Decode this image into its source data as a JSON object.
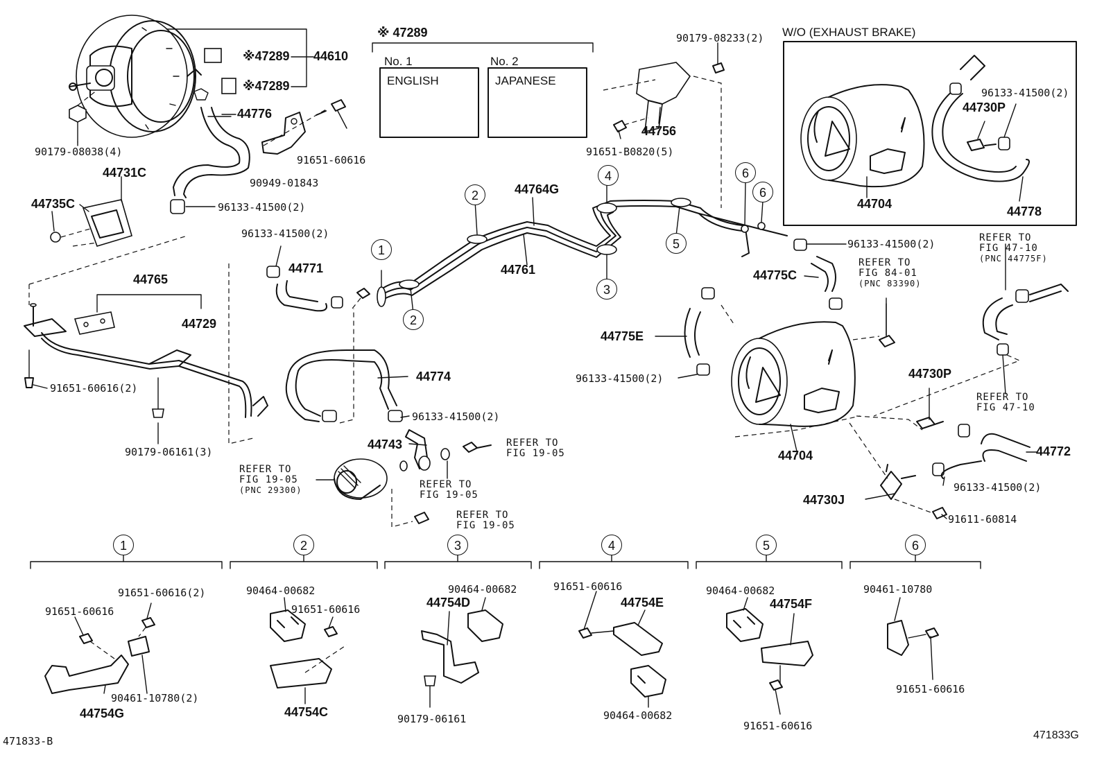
{
  "header": {
    "mark_label": "※ 47289"
  },
  "label_table": [
    {
      "no": "No. 1",
      "language": "ENGLISH"
    },
    {
      "no": "No. 2",
      "language": "JAPANESE"
    }
  ],
  "variant_box": {
    "title": "W/O (EXHAUST BRAKE)"
  },
  "footer": {
    "left_code": "471833-B",
    "right_code": "471833G"
  },
  "callouts": [
    "1",
    "2",
    "3",
    "4",
    "5",
    "6"
  ],
  "parts": {
    "p44610": "44610",
    "p47289_a": "※47289",
    "p47289_b": "※47289",
    "p44776": "44776",
    "p90179_08038": "90179-08038(4)",
    "p91651_60616_top": "91651-60616",
    "p90949_01843": "90949-01843",
    "p44731c": "44731C",
    "p44735c": "44735C",
    "p96133_a": "96133-41500(2)",
    "p96133_b": "96133-41500(2)",
    "p44771": "44771",
    "p44765": "44765",
    "p44729": "44729",
    "p91651_60616_2": "91651-60616(2)",
    "p90179_06161_3": "90179-06161(3)",
    "p44774": "44774",
    "p96133_c": "96133-41500(2)",
    "p44743": "44743",
    "p44764g": "44764G",
    "p44761": "44761",
    "p90179_08233": "90179-08233(2)",
    "p44756": "44756",
    "p91651_b0820": "91651-B0820(5)",
    "p96133_d": "96133-41500(2)",
    "p44730p_top": "44730P",
    "p44704_top": "44704",
    "p44778": "44778",
    "p96133_e": "96133-41500(2)",
    "p44775c": "44775C",
    "p44775e": "44775E",
    "p96133_f": "96133-41500(2)",
    "p44704": "44704",
    "p44730p": "44730P",
    "p44772": "44772",
    "p96133_g": "96133-41500(2)",
    "p44730j": "44730J",
    "p91611_60814": "91611-60814"
  },
  "refs": {
    "r_19_05_a": [
      "REFER TO",
      "FIG 19-05"
    ],
    "r_19_05_b": [
      "REFER TO",
      "FIG 19-05",
      "(PNC 29300)"
    ],
    "r_19_05_c": [
      "REFER TO",
      "FIG 19-05"
    ],
    "r_19_05_d": [
      "REFER TO",
      "FIG 19-05"
    ],
    "r_84_01": [
      "REFER TO",
      "FIG 84-01",
      "(PNC 83390)"
    ],
    "r_47_10_a": [
      "REFER TO",
      "FIG 47-10",
      "(PNC 44775F)"
    ],
    "r_47_10_b": [
      "REFER TO",
      "FIG 47-10"
    ]
  },
  "detail_groups": {
    "g1": {
      "callout": "1",
      "bracket": "44754G",
      "parts": [
        "91651-60616(2)",
        "91651-60616",
        "90461-10780(2)"
      ]
    },
    "g2": {
      "callout": "2",
      "bracket": "44754C",
      "parts": [
        "90464-00682",
        "91651-60616"
      ]
    },
    "g3": {
      "callout": "3",
      "bracket": "44754D",
      "parts": [
        "90464-00682",
        "90179-06161"
      ]
    },
    "g4": {
      "callout": "4",
      "bracket": "44754E",
      "parts": [
        "91651-60616",
        "90464-00682"
      ]
    },
    "g5": {
      "callout": "5",
      "bracket": "44754F",
      "parts": [
        "90464-00682",
        "91651-60616"
      ]
    },
    "g6": {
      "callout": "6",
      "parts": [
        "90461-10780",
        "91651-60616"
      ]
    }
  }
}
